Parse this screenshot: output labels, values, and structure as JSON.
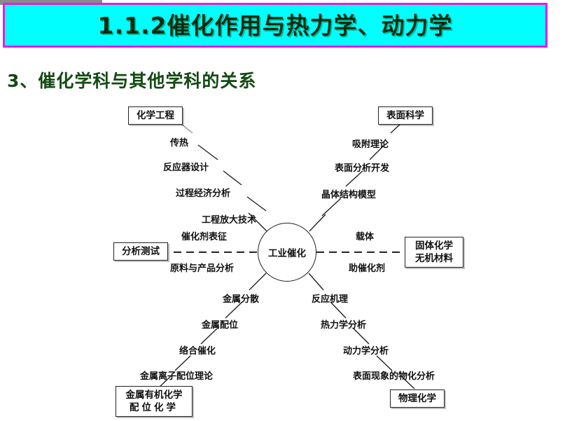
{
  "slide": {
    "title": "1.1.2催化作用与热力学、动力学",
    "section_heading": "3、催化学科与其他学科的关系",
    "colors": {
      "title_banner_fill": "#00ffff",
      "title_banner_border": "#e020e0",
      "title_text": "#0c2b0c",
      "section_heading_text": "#134a13",
      "top_strip": "#8a8a8a",
      "diagram_ink": "#222222",
      "page_background": "#ffffff"
    }
  },
  "diagram": {
    "type": "radial-spoke",
    "center": {
      "label": "工业催化",
      "shape": "circle"
    },
    "nodes": [
      {
        "id": "chemical-engineering",
        "lines": [
          "化学工程"
        ],
        "position": "top-left"
      },
      {
        "id": "surface-science",
        "lines": [
          "表面科学"
        ],
        "position": "top-right"
      },
      {
        "id": "analysis-testing",
        "lines": [
          "分析测试"
        ],
        "position": "left"
      },
      {
        "id": "solid-state-chemistry",
        "lines": [
          "固体化学",
          "无机材料"
        ],
        "position": "right"
      },
      {
        "id": "organometallic-chemistry",
        "lines": [
          "金属有机化学",
          "配位化学"
        ],
        "position": "bottom-left"
      },
      {
        "id": "physical-chemistry",
        "lines": [
          "物理化学"
        ],
        "position": "bottom-right"
      }
    ],
    "spokes": [
      {
        "node": "chemical-engineering",
        "direction": "upper-left",
        "labels": [
          "传热",
          "反应器设计",
          "过程经济分析",
          "工程放大技术"
        ]
      },
      {
        "node": "surface-science",
        "direction": "upper-right",
        "labels": [
          "吸附理论",
          "表面分析开发",
          "晶体结构模型"
        ]
      },
      {
        "node": "analysis-testing",
        "direction": "left",
        "labels": [
          "催化剂表征",
          "原料与产品分析"
        ]
      },
      {
        "node": "solid-state-chemistry",
        "direction": "right",
        "labels": [
          "载体",
          "助催化剂"
        ]
      },
      {
        "node": "organometallic-chemistry",
        "direction": "lower-left",
        "labels": [
          "金属分散",
          "金属配位",
          "络合催化",
          "金属离子配位理论"
        ]
      },
      {
        "node": "physical-chemistry",
        "direction": "lower-right",
        "labels": [
          "反应机理",
          "热力学分析",
          "动力学分析",
          "表面现象的物化分析"
        ]
      }
    ]
  }
}
